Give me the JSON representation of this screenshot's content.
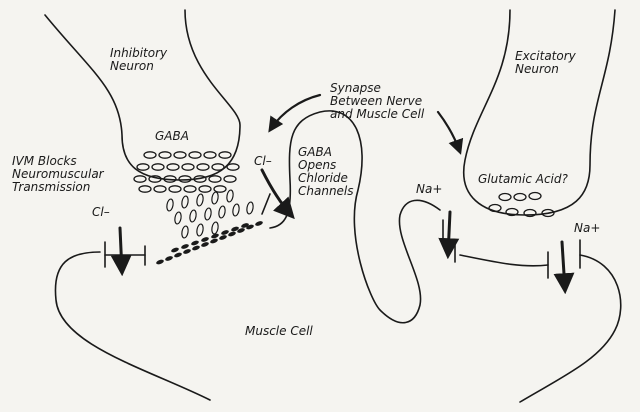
{
  "labels": {
    "inhibitory_neuron": "Inhibitory\nNeuron",
    "excitatory_neuron": "Excitatory\nNeuron",
    "gaba": "GABA",
    "synapse": "Synapse\nBetween Nerve\nand Muscle Cell",
    "ivm_blocks": "IVM Blocks\nNeuromuscular\nTransmission",
    "cl_left": "Cl–",
    "cl_middle": "Cl–",
    "gaba_opens": "GABA\nOpens\nChloride\nChannels",
    "glutamic_acid": "Glutamic Acid?",
    "na_left": "Na+",
    "na_right": "Na+",
    "muscle_cell": "Muscle Cell"
  },
  "colors": {
    "ink": "#1a1a1a",
    "paper": "#f5f4f0"
  }
}
